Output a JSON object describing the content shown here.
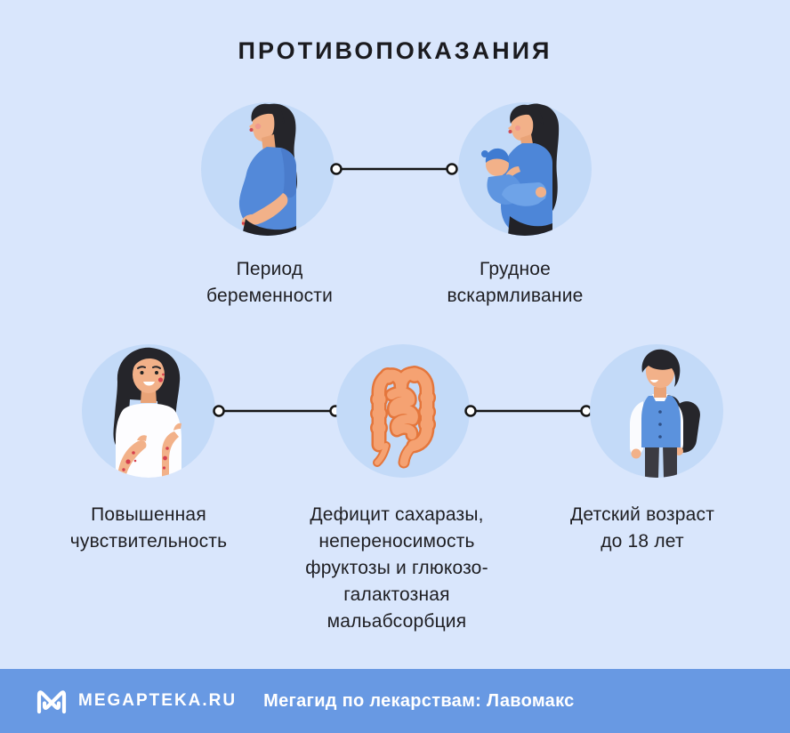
{
  "title": "ПРОТИВОПОКАЗАНИЯ",
  "items": [
    {
      "id": "pregnancy",
      "label": "Период\nбеременности",
      "icon": "pregnant-woman-icon"
    },
    {
      "id": "breastfeeding",
      "label": "Грудное\nвскармливание",
      "icon": "breastfeeding-mother-icon"
    },
    {
      "id": "hypersensitivity",
      "label": "Повышенная\nчувствительность",
      "icon": "woman-with-rash-icon"
    },
    {
      "id": "sucrase-deficiency",
      "label": "Дефицит сахаразы,\nнепереносимость\nфруктозы и глюкозо-\nгалактозная\nмальабсорбция",
      "icon": "intestines-icon"
    },
    {
      "id": "children",
      "label": "Детский возраст\nдо 18 лет",
      "icon": "child-with-backpack-icon"
    }
  ],
  "footer": {
    "brand": "MEGAPTEKA.RU",
    "tagline": "Мегагид по лекарствам: Лавомакс",
    "logo_icon": "megapteka-logo-icon"
  },
  "colors": {
    "background": "#d9e6fc",
    "circle-fill": "#c3daf8",
    "footer-bg": "#6899e3",
    "title-text": "#1b1b1f",
    "label-text": "#1e1e22",
    "footer-text": "#ffffff",
    "figure-blue": "#4d86d8",
    "skin": "#f2b189",
    "hair": "#25252a",
    "intestine-fill": "#f5a272",
    "intestine-outline": "#e4763c",
    "rash-red": "#d6404e",
    "connector": "#151515"
  }
}
